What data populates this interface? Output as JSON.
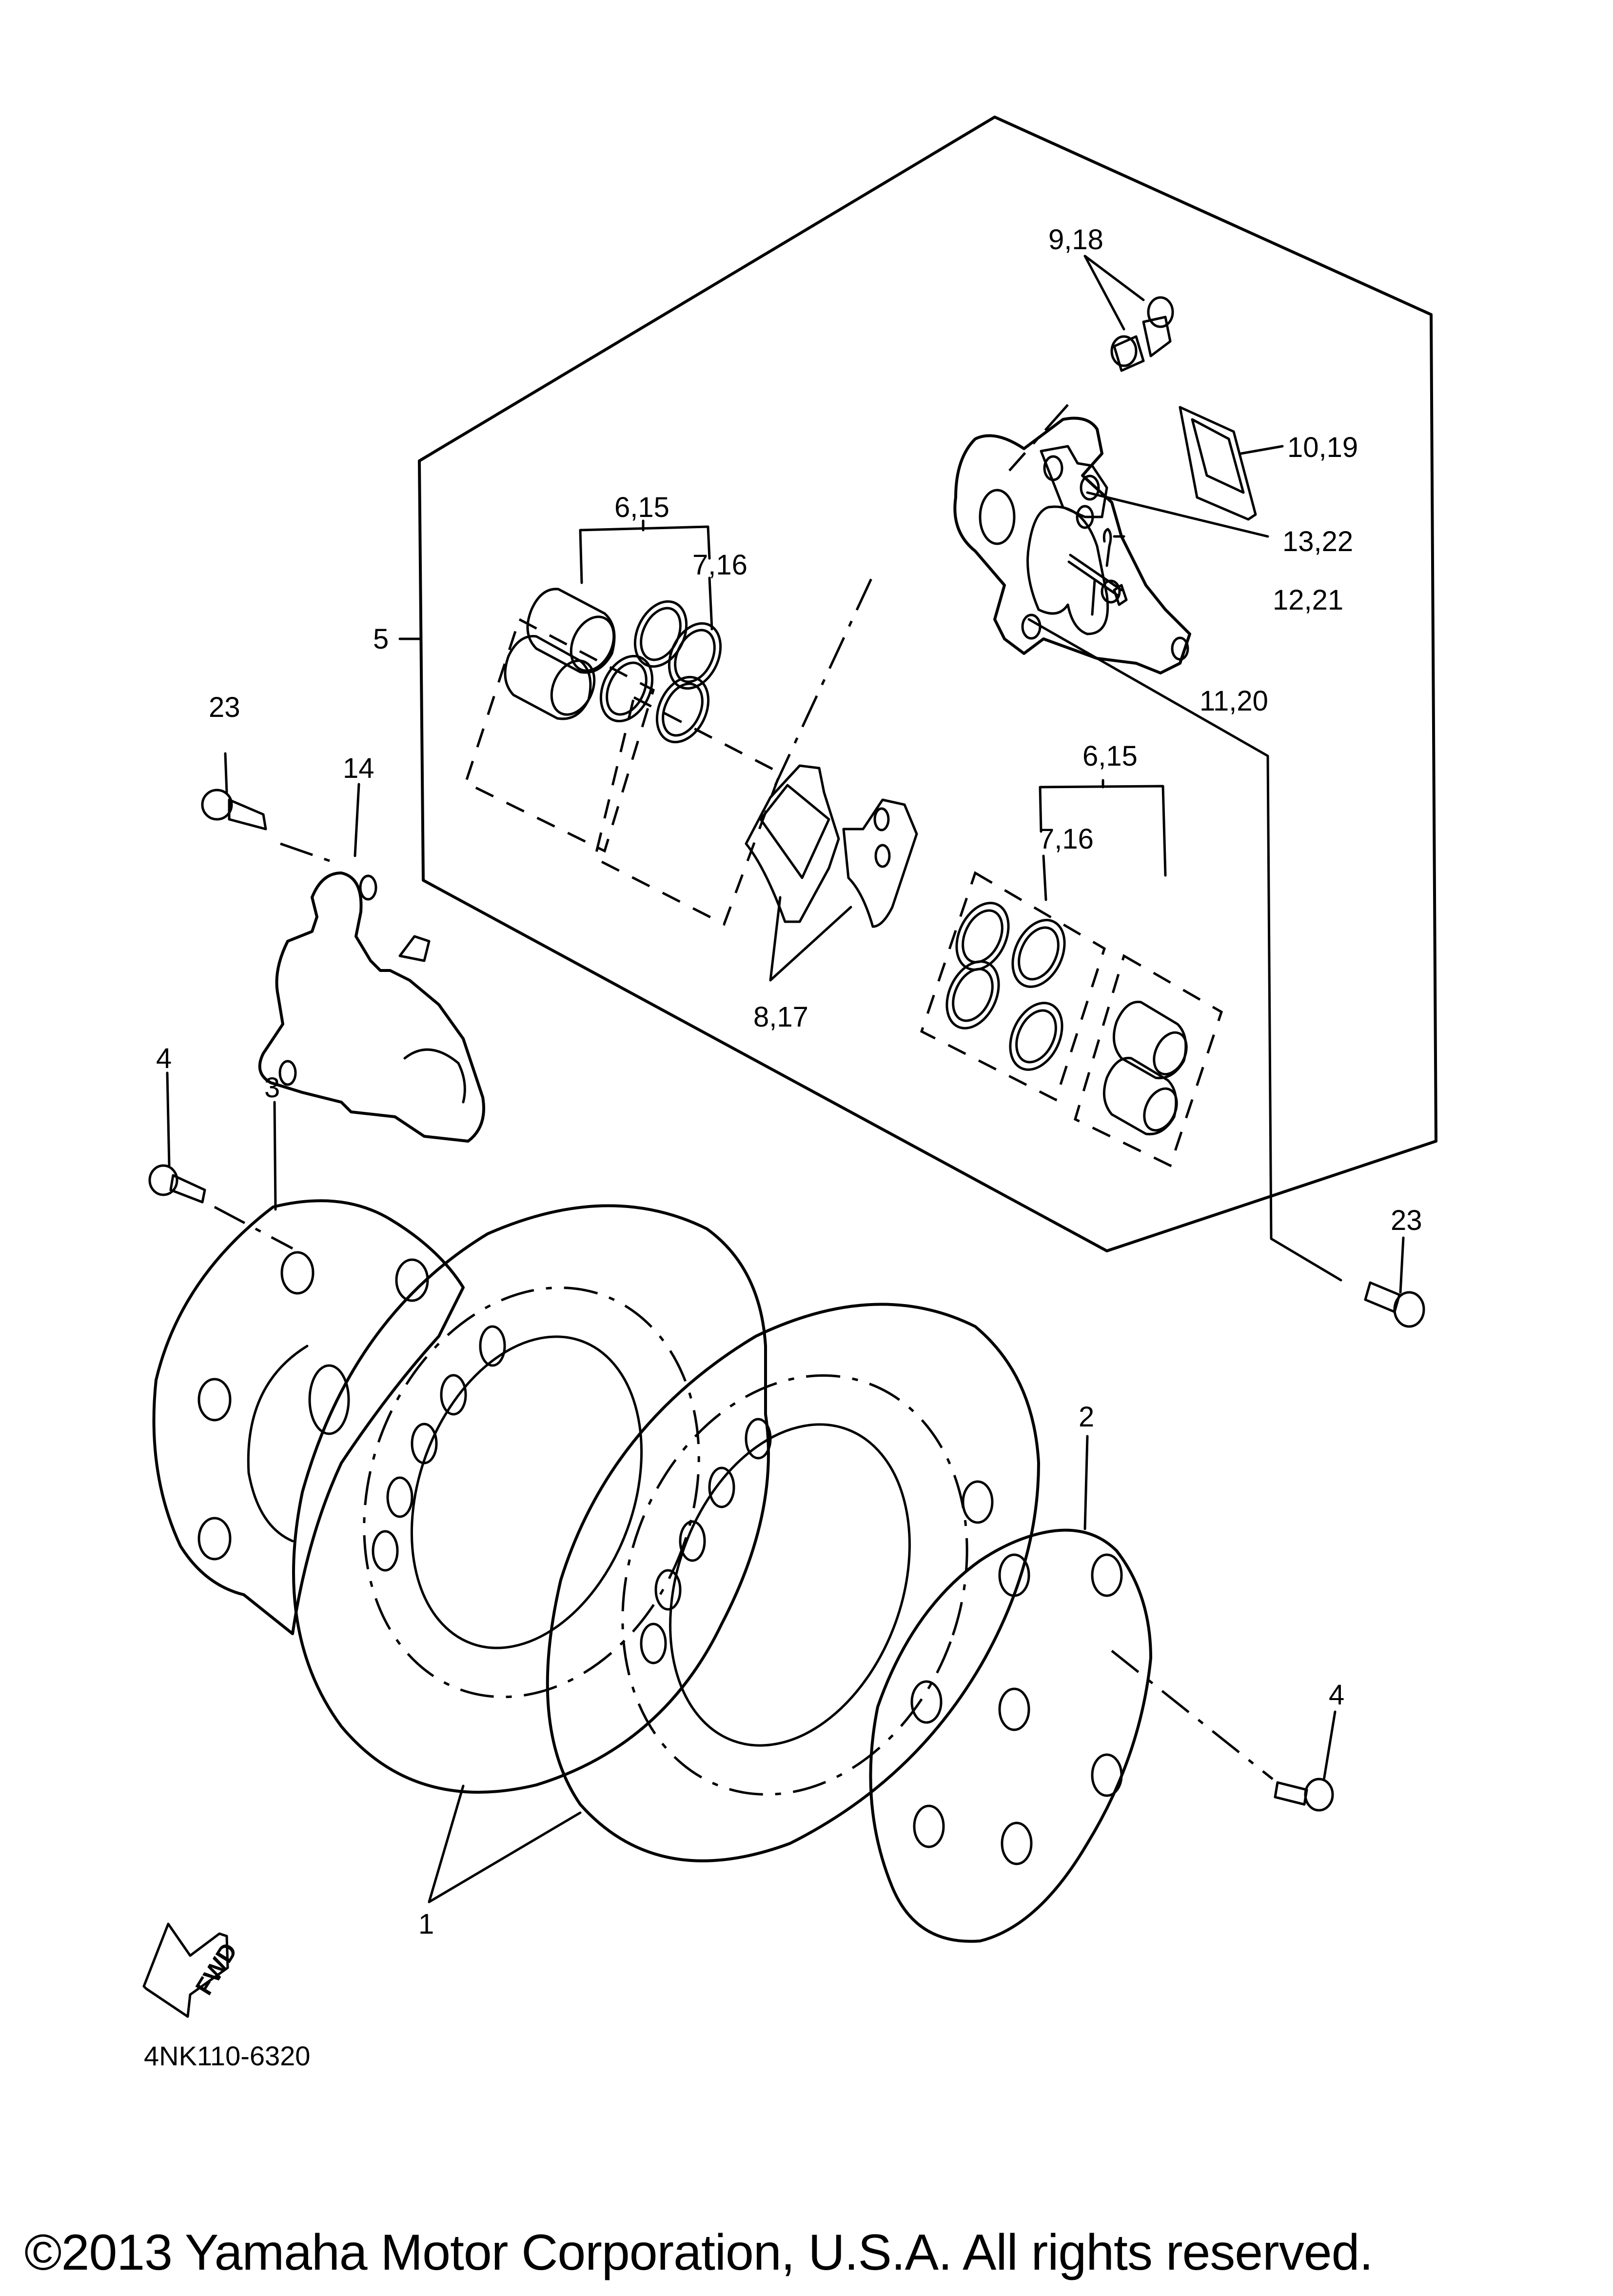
{
  "diagram": {
    "title": "Front brake caliper & disc exploded view",
    "drawing_code": "4NK110-6320",
    "fwd_arrow_label": "FWD",
    "copyright": "©2013 Yamaha Motor Corporation, U.S.A. All rights reserved.",
    "colors": {
      "line": "#000000",
      "background": "#ffffff"
    },
    "callouts": {
      "c1": "1",
      "c2": "2",
      "c3": "3",
      "c4_left": "4",
      "c4_right": "4",
      "c5": "5",
      "c6_15_upper": "6,15",
      "c7_16_upper": "7,16",
      "c6_15_lower": "6,15",
      "c7_16_lower": "7,16",
      "c8_17": "8,17",
      "c9_18": "9,18",
      "c10_19": "10,19",
      "c11_20": "11,20",
      "c12_21": "12,21",
      "c13_22": "13,22",
      "c14": "14",
      "c23_left": "23",
      "c23_right": "23"
    },
    "parts": [
      {
        "ref": "1",
        "name": "brake disc (x2)"
      },
      {
        "ref": "2",
        "name": "disc cover (right)"
      },
      {
        "ref": "3",
        "name": "disc cover (left)"
      },
      {
        "ref": "4",
        "name": "bolt"
      },
      {
        "ref": "5",
        "name": "caliper assembly"
      },
      {
        "ref": "6,15",
        "name": "piston"
      },
      {
        "ref": "7,16",
        "name": "piston seal kit"
      },
      {
        "ref": "8,17",
        "name": "brake pad kit"
      },
      {
        "ref": "9,18",
        "name": "bleed screw / cap"
      },
      {
        "ref": "10,19",
        "name": "pad cover"
      },
      {
        "ref": "11,20",
        "name": "pad pin"
      },
      {
        "ref": "12,21",
        "name": "clip"
      },
      {
        "ref": "13,22",
        "name": "pad spring"
      },
      {
        "ref": "14",
        "name": "caliper assembly (left)"
      },
      {
        "ref": "23",
        "name": "caliper bolt"
      }
    ]
  }
}
